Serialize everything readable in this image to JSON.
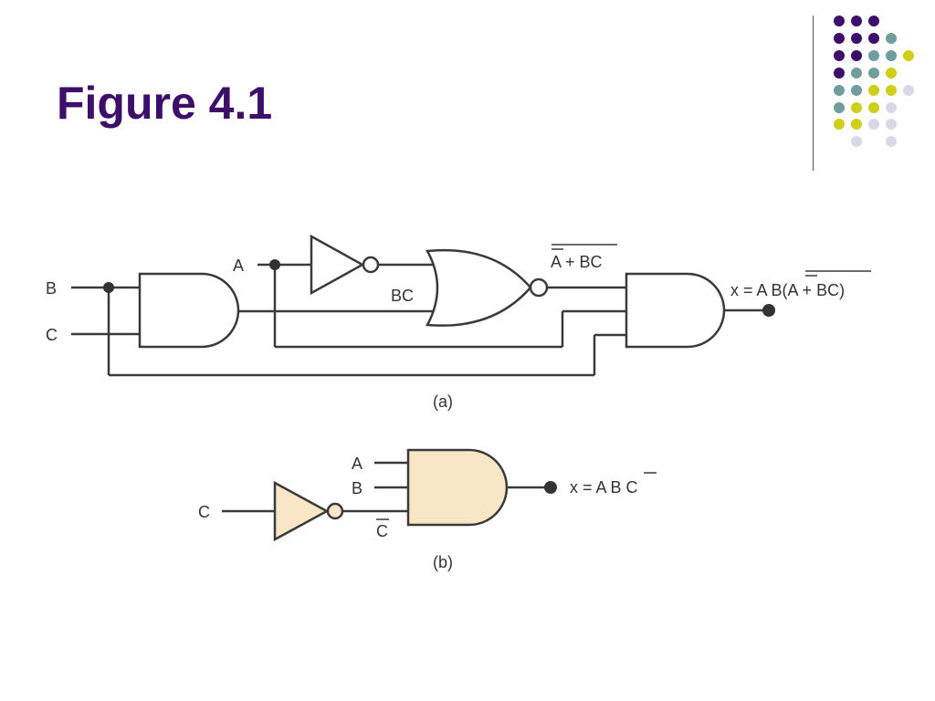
{
  "slide": {
    "title": "Figure 4.1"
  },
  "colors": {
    "purple": "#3d0f6b",
    "teal": "#6f9e9d",
    "yellow": "#cfcf1a",
    "lavender": "#d8d8e8",
    "wire": "#3a3a3a",
    "gate_fill_b": "#f8e6c6"
  },
  "circuit_a": {
    "input_b": "B",
    "input_c": "C",
    "input_a": "A",
    "and1_output": "BC",
    "or_output": "A + BC",
    "or_output_bar_over": "A + BC",
    "output_prefix": "x = A B(",
    "output_bar_text": "A + BC",
    "output_suffix": ")",
    "caption": "(a)"
  },
  "circuit_b": {
    "input_a": "A",
    "input_b": "B",
    "input_c": "C",
    "inverter_output": "C",
    "output_prefix": "x = A B ",
    "output_bar_text": "C",
    "caption": "(b)"
  }
}
